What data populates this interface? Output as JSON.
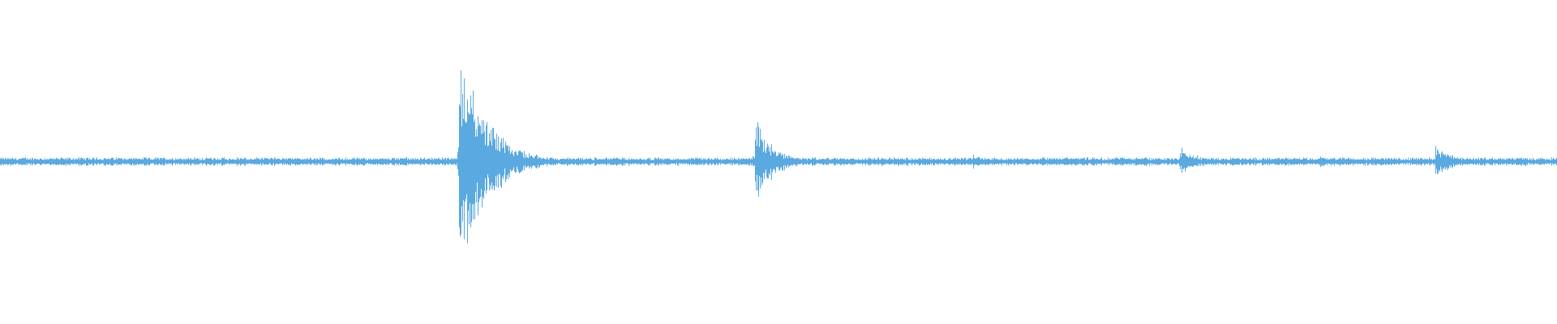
{
  "colors": {
    "background": "#ffffff",
    "waveform": "#5aa9e0"
  },
  "chart_data": {
    "type": "area",
    "title": "",
    "xlabel": "",
    "ylabel": "",
    "grid": false,
    "axes_visible": false,
    "xlim": [
      0,
      1
    ],
    "ylim": [
      -1,
      1
    ],
    "series": [
      {
        "baseline_noise": 0.03,
        "bursts": [
          {
            "x": 0.062,
            "peak": 0.05,
            "decay": 0.002
          },
          {
            "x": 0.142,
            "peak": 0.07,
            "decay": 0.002
          },
          {
            "x": 0.295,
            "peak": 0.82,
            "decay": 0.018
          },
          {
            "x": 0.485,
            "peak": 0.32,
            "decay": 0.012
          },
          {
            "x": 0.625,
            "peak": 0.06,
            "decay": 0.01
          },
          {
            "x": 0.758,
            "peak": 0.11,
            "decay": 0.012
          },
          {
            "x": 0.848,
            "peak": 0.06,
            "decay": 0.004
          },
          {
            "x": 0.922,
            "peak": 0.12,
            "decay": 0.012
          }
        ]
      }
    ]
  }
}
